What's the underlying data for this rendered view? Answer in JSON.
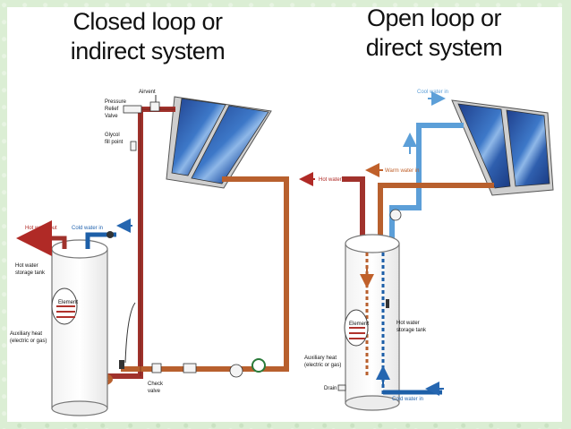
{
  "titles": {
    "closed_line1": "Closed loop or",
    "closed_line2": "indirect  system",
    "open_line1": "Open loop or",
    "open_line2": "direct system"
  },
  "closed": {
    "pressure_relief_valve": [
      "Pressure",
      "Relief",
      "Valve"
    ],
    "airvent": "Airvent",
    "glycol_fill_point": [
      "Glycol",
      "fill point"
    ],
    "hot_water_out": "Hot water out",
    "cold_water_in": "Cold water in",
    "hot_water_storage_tank": [
      "Hot water",
      "storage tank"
    ],
    "element": "Element",
    "auxiliary_heat": [
      "Auxiliary heat",
      "(electric or gas)"
    ],
    "check_valve": [
      "Check",
      "valve"
    ]
  },
  "open": {
    "cool_water_in": "Cool water in",
    "warm_water_in": "Warm water in",
    "hot_water_out": "Hot water out",
    "element": "Element",
    "hot_water_storage_tank": [
      "Hot water",
      "storage tank"
    ],
    "auxiliary_heat": [
      "Auxiliary heat",
      "(electric or gas)"
    ],
    "drain": "Drain",
    "cold_water_in": "Cold water in"
  },
  "colors": {
    "hot_pipe": "#a0322c",
    "warm_pipe": "#b8602e",
    "cold_pipe": "#1d5fa8",
    "light_blue_pipe": "#5c9fd8",
    "label_red": "#b02a26",
    "label_blue": "#2566b0",
    "label_orange": "#c0602a",
    "panel_blue": "#2a5aa8",
    "background": "#dbeed4"
  }
}
